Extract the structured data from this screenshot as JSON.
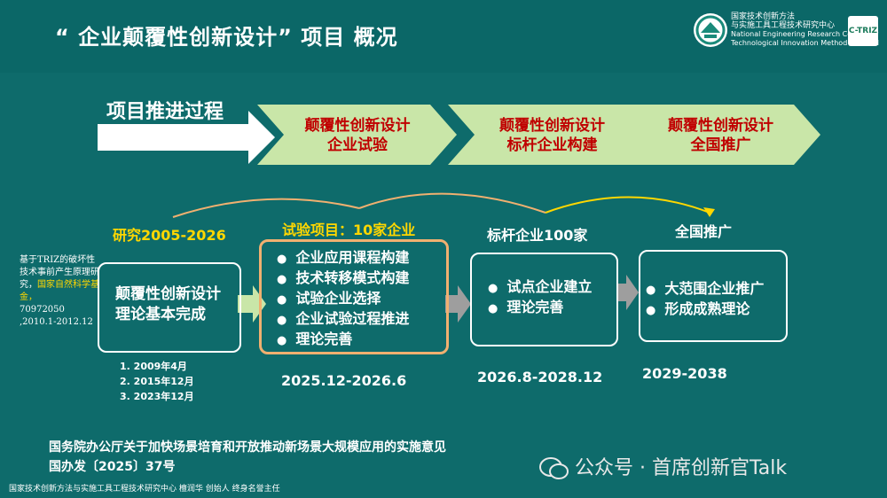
{
  "header": {
    "title": "“ 企业颠覆性创新设计” 项目  概况",
    "logo_cn_1": "国家技术创新方法",
    "logo_cn_2": "与实施工具工程技术研究中心",
    "logo_en_1": "National Engineering Research Center for",
    "logo_en_2": "Technological Innovation Method and Tool",
    "ctriz": "C-TRIZ"
  },
  "process": {
    "title": "项目推进过程",
    "stages": [
      {
        "line1": "颠覆性创新设计",
        "line2": "企业试验"
      },
      {
        "line1": "颠覆性创新设计",
        "line2": "标杆企业构建"
      },
      {
        "line1": "颠覆性创新设计",
        "line2": "全国推广"
      }
    ]
  },
  "phases": {
    "research_label": "研究2005-2026",
    "trial_label": "试验项目：10家企业",
    "benchmark_label": "标杆企业100家",
    "national_label": "全国推广"
  },
  "side_note": {
    "line1": "基于TRIZ的破坏性技术事前产生原理研究，",
    "highlight": "国家自然科学基金，",
    "line2": "70972050 ,2010.1-2012.12"
  },
  "box_theory": {
    "line1": "颠覆性创新设计",
    "line2": "理论基本完成"
  },
  "box_trial": [
    "企业应用课程构建",
    "技术转移模式构建",
    "试验企业选择",
    "企业试验过程推进",
    "理论完善"
  ],
  "box_benchmark": [
    "试点企业建立",
    "理论完善"
  ],
  "box_national": [
    "大范围企业推广",
    "形成成熟理论"
  ],
  "dates_list": [
    "1.    2009年4月",
    "2.    2015年12月",
    "3.    2023年12月"
  ],
  "date_trial": "2025.12-2026.6",
  "date_benchmark": "2026.8-2028.12",
  "date_national": "2029-2038",
  "policy": {
    "line1": "国务院办公厅关于加快场景培育和开放推动新场景大规模应用的实施意见",
    "line2": "国办发〔2025〕37号"
  },
  "watermark": "公众号 · 首席创新官Talk",
  "footer": "国家技术创新方法与实施工具工程技术研究中心   檀润华   创始人   终身名誉主任",
  "colors": {
    "background": "#0e6b6b",
    "stage_arrow": "#c9e6a8",
    "stage_text": "#c00000",
    "highlight": "#ffd700",
    "box_orange": "#f0b070"
  }
}
